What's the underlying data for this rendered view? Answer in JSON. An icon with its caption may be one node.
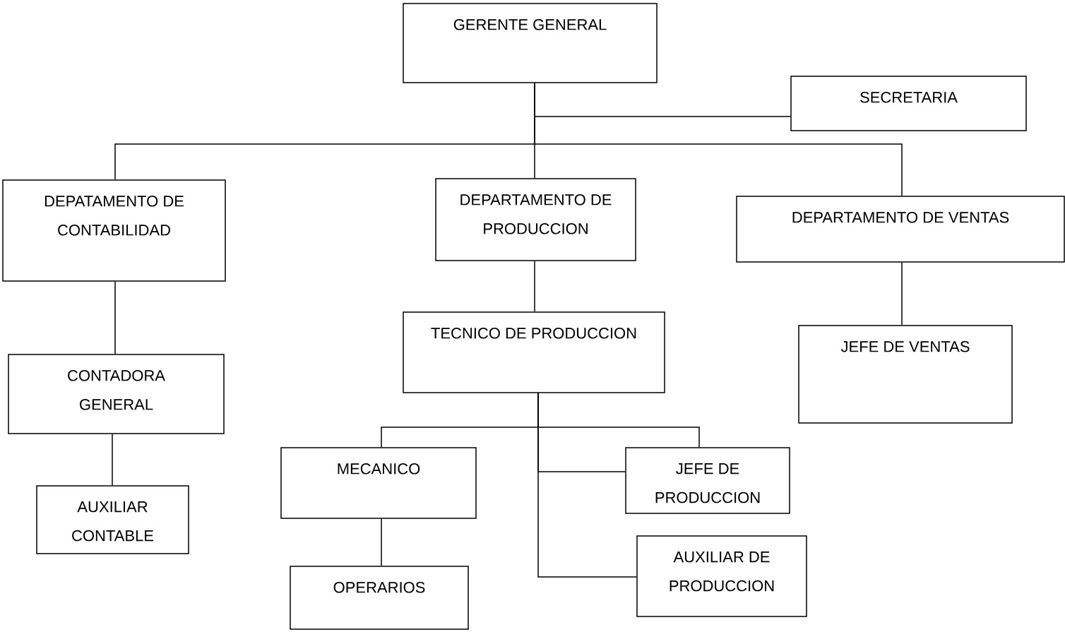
{
  "diagram": {
    "nodes": [
      {
        "text": [
          "GERENTE GENERAL"
        ]
      },
      {
        "text": [
          "SECRETARIA"
        ]
      },
      {
        "text": [
          "DEPATAMENTO DE CONTABILIDAD"
        ]
      },
      {
        "text": [
          "DEPARTAMENTO DE PRODUCCION"
        ]
      },
      {
        "text": [
          "DEPARTAMENTO DE VENTAS"
        ]
      },
      {
        "text": [
          "CONTADORA GENERAL"
        ]
      },
      {
        "text": [
          "AUXILIAR CONTABLE"
        ]
      },
      {
        "text": [
          "TECNICO DE PRODUCCION"
        ]
      },
      {
        "text": [
          "MECANICO"
        ]
      },
      {
        "text": [
          "JEFE DE PRODUCCION"
        ]
      },
      {
        "text": [
          "AUXILIAR DE PRODUCCION"
        ]
      },
      {
        "text": [
          "OPERARIOS"
        ]
      },
      {
        "text": [
          "JEFE DE VENTAS"
        ]
      }
    ],
    "edges": [
      {
        "from": 0,
        "to": 1,
        "arrow": "none"
      },
      {
        "from": 0,
        "to": 2,
        "arrow": "none"
      },
      {
        "from": 0,
        "to": 3,
        "arrow": "none"
      },
      {
        "from": 0,
        "to": 4,
        "arrow": "none"
      },
      {
        "from": 2,
        "to": 5,
        "arrow": "none"
      },
      {
        "from": 5,
        "to": 6,
        "arrow": "none"
      },
      {
        "from": 3,
        "to": 7,
        "arrow": "none"
      },
      {
        "from": 4,
        "to": 12,
        "arrow": "none"
      },
      {
        "from": 7,
        "to": 8,
        "arrow": "none"
      },
      {
        "from": 7,
        "to": 9,
        "arrow": "none"
      },
      {
        "from": 7,
        "to": 9,
        "arrow": "none"
      },
      {
        "from": 7,
        "to": 10,
        "arrow": "none"
      },
      {
        "from": 8,
        "to": 11,
        "arrow": "none"
      }
    ]
  }
}
